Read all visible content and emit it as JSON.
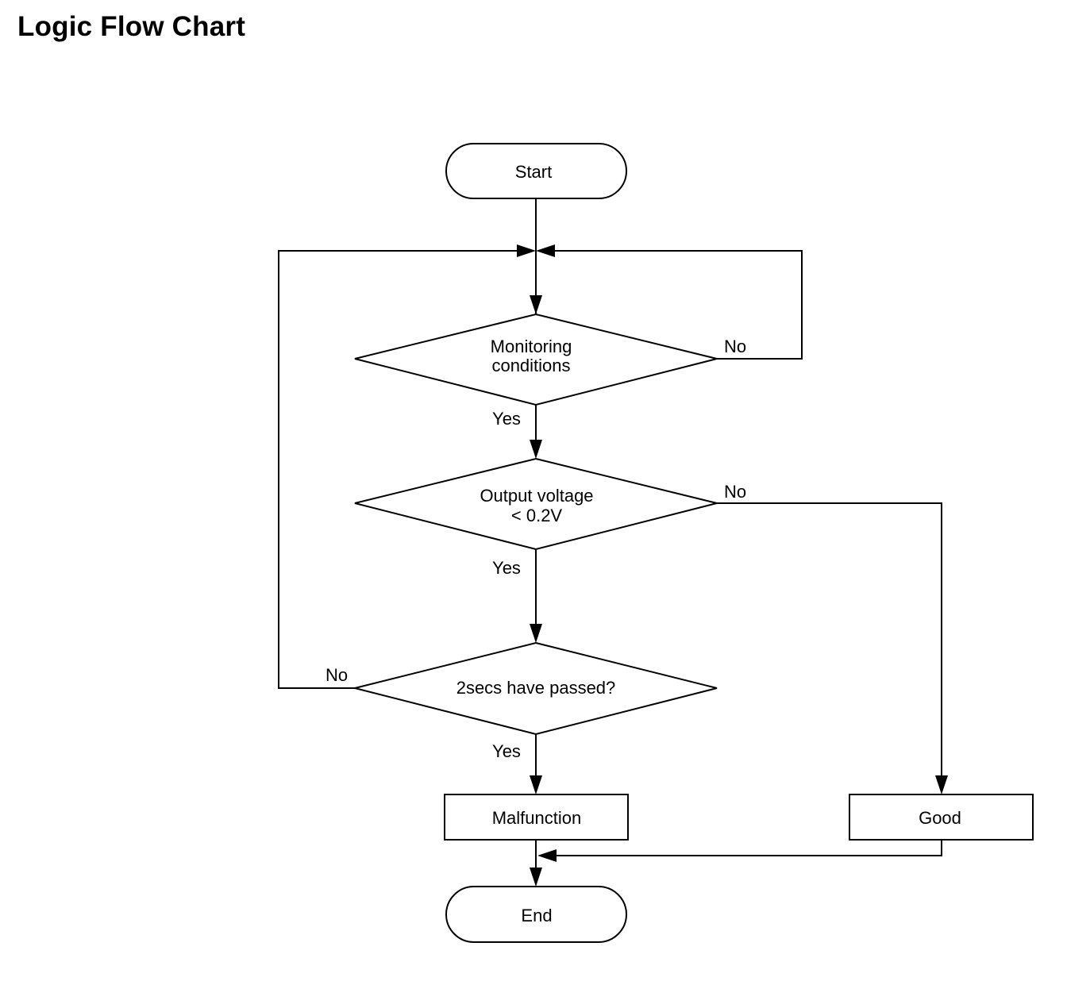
{
  "title": "Logic Flow Chart",
  "nodes": {
    "start": "Start",
    "monitoring": [
      "Monitoring",
      "conditions"
    ],
    "voltage": [
      "Output voltage",
      "< 0.2V"
    ],
    "passed": "2secs have passed?",
    "malfunction": "Malfunction",
    "good": "Good",
    "end": "End"
  },
  "edges": {
    "monitoring_yes": "Yes",
    "monitoring_no": "No",
    "voltage_yes": "Yes",
    "voltage_no": "No",
    "passed_yes": "Yes",
    "passed_no": "No"
  }
}
